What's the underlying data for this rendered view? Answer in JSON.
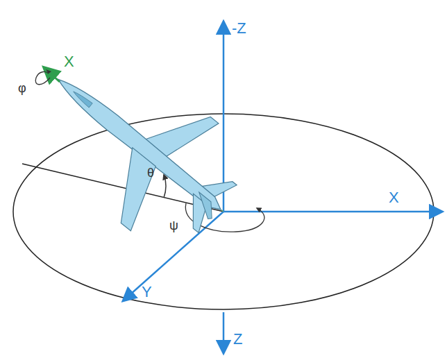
{
  "diagram": {
    "labels": [
      "-Z",
      "X",
      "φ",
      "θ",
      "ψ",
      "X",
      "Y",
      "Z"
    ]
  }
}
